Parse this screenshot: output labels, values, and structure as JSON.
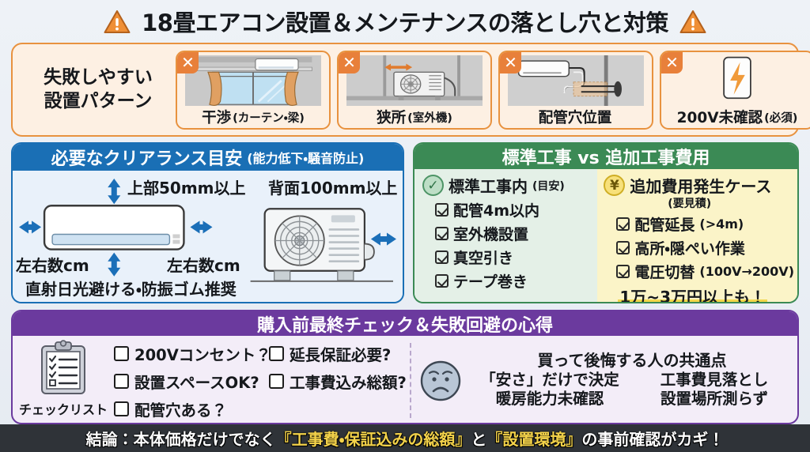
{
  "title": {
    "text": "18畳エアコン設置＆メンテナンスの落とし穴と対策",
    "left_icon": "warning-triangle-icon",
    "right_icon": "warning-triangle-icon"
  },
  "fail_section": {
    "label": "失敗しやすい\n設置パターン",
    "label_line1": "失敗しやすい",
    "label_line2": "設置パターン",
    "badge": "✕",
    "cards": [
      {
        "caption": "干渉",
        "caption_sub": "(カーテン・梁)",
        "icon": "window-curtain-aircon-icon"
      },
      {
        "caption": "狭所",
        "caption_sub": "(室外機)",
        "icon": "narrow-space-outdoor-unit-icon"
      },
      {
        "caption": "配管穴位置",
        "caption_sub": "",
        "icon": "pipe-hole-position-icon"
      },
      {
        "caption": "200V未確認",
        "caption_sub": "(必須)",
        "icon": "lightning-bolt-icon"
      }
    ]
  },
  "clearance_panel": {
    "head_main": "必要なクリアランス目安",
    "head_sub": "(能力低下・騒音防止)",
    "label_top": "上部50mm以上",
    "label_back": "背面100mm以上",
    "label_left": "左右数cm",
    "label_right": "左右数cm",
    "label_bottom": "直射日光避ける・防振ゴム推奨"
  },
  "cost_panel": {
    "head_main": "標準工事 vs 追加工事費用",
    "standard": {
      "icon": "check-circle-icon",
      "title": "標準工事内",
      "note": "(目安)",
      "items": [
        "配管4m以内",
        "室外機設置",
        "真空引き",
        "テープ巻き"
      ]
    },
    "additional": {
      "icon": "yen-circle-icon",
      "title": "追加費用発生ケース",
      "note": "(要見積)",
      "items": [
        {
          "main": "配管延長",
          "small": "(>4m)"
        },
        {
          "main": "高所・隠ぺい作業",
          "small": ""
        },
        {
          "main": "電圧切替",
          "small": "(100V→200V)"
        }
      ],
      "total": "1万~3万円以上も！"
    }
  },
  "final_panel": {
    "head_main": "購入前最終チェック＆失敗回避の心得",
    "clipboard_icon": "clipboard-checklist-icon",
    "clipboard_caption": "チェックリスト",
    "checks_left": [
      "200Vコンセント？",
      "設置スペースOK?",
      "配管穴ある？"
    ],
    "checks_right": [
      "延長保証必要?",
      "工事費込み総額?"
    ],
    "regret_icon": "sad-face-icon",
    "regret_title": "買って後悔する人の共通点",
    "regret_items": [
      "「安さ」だけで決定",
      "工事費見落とし",
      "暖房能力未確認",
      "設置場所測らず"
    ]
  },
  "footer": {
    "prefix": "結論：本体価格だけでなく",
    "hl1": "『工事費・保証込みの総額』",
    "mid": "と",
    "hl2": "『設置環境』",
    "suffix": "の事前確認がカギ！"
  },
  "colors": {
    "background": "#eef2f7",
    "orange": "#e8923f",
    "orange_fill": "#fdf0e3",
    "blue": "#1a6fb5",
    "blue_fill": "#e8f1fa",
    "green": "#3b8a55",
    "green_fill": "#e4f0e7",
    "yellow_fill": "#fbf4c8",
    "purple": "#6b3a9e",
    "purple_fill": "#f3edf8",
    "footer_bg": "#2f3338",
    "footer_highlight": "#f3d24a"
  }
}
